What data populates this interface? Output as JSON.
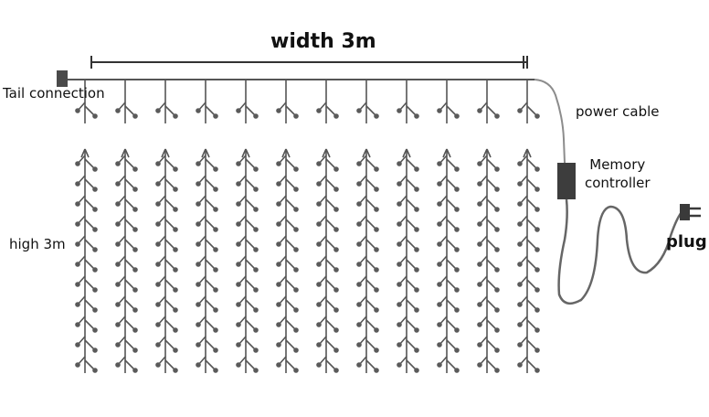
{
  "diagram": {
    "labels": {
      "width": "width 3m",
      "tail_connection": "Tail connection",
      "power_cable": "power cable",
      "memory_controller_line1": "Memory",
      "memory_controller_line2": "controller",
      "high": "high 3m",
      "plug": "plug"
    },
    "colors": {
      "strand": "#555555",
      "led": "#5a5a5a",
      "cable": "#8c8c8c",
      "controller": "#3d3d3d",
      "text": "#111111"
    },
    "strand_count": 12
  }
}
